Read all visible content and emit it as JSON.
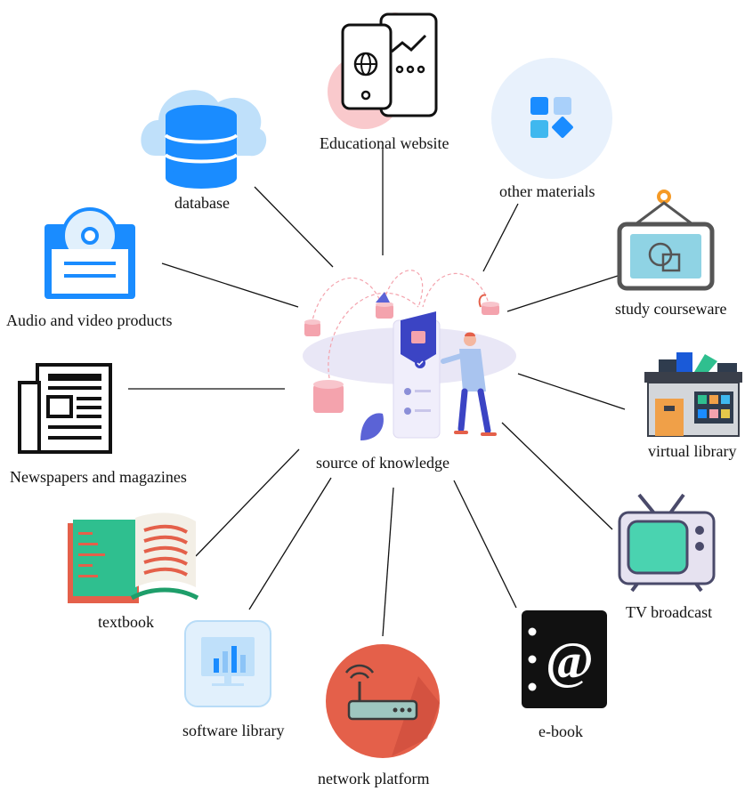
{
  "center": {
    "label": "source of knowledge"
  },
  "nodes": [
    {
      "id": "educational-website",
      "label": "Educational website",
      "icon": "phone-globe-icon"
    },
    {
      "id": "other-materials",
      "label": "other materials",
      "icon": "app-grid-icon"
    },
    {
      "id": "study-courseware",
      "label": "study courseware",
      "icon": "hanging-sign-icon"
    },
    {
      "id": "virtual-library",
      "label": "virtual library",
      "icon": "bookshelf-icon"
    },
    {
      "id": "tv-broadcast",
      "label": "TV broadcast",
      "icon": "television-icon"
    },
    {
      "id": "e-book",
      "label": "e-book",
      "icon": "at-sign-book-icon"
    },
    {
      "id": "network-platform",
      "label": "network platform",
      "icon": "router-icon"
    },
    {
      "id": "software-library",
      "label": "software library",
      "icon": "monitor-chart-icon"
    },
    {
      "id": "textbook",
      "label": "textbook",
      "icon": "open-book-icon"
    },
    {
      "id": "newspapers-magazines",
      "label": "Newspapers and magazines",
      "icon": "newspaper-icon"
    },
    {
      "id": "audio-video-products",
      "label": "Audio and video products",
      "icon": "cd-player-icon"
    },
    {
      "id": "database",
      "label": "database",
      "icon": "cloud-database-icon"
    }
  ],
  "colors": {
    "line": "#111111",
    "blue": "#1a8cff",
    "pink": "#f4a3ad",
    "teal": "#2fbf8f",
    "red": "#e4604a",
    "purple": "#5b4f8c"
  }
}
